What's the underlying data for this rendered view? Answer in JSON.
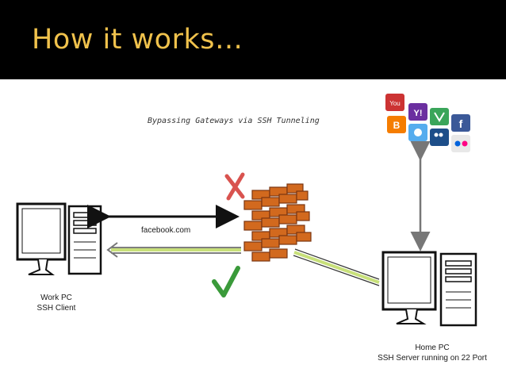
{
  "header": {
    "title": "How it works…"
  },
  "diagram": {
    "caption": "Bypassing Gateways via SSH Tunneling",
    "blocked_site": "facebook.com",
    "work_pc": {
      "name": "Work PC",
      "role": "SSH Client"
    },
    "home_pc": {
      "name": "Home PC",
      "role": "SSH Server running on 22 Port"
    },
    "icons": [
      "youtube-icon",
      "yahoo-icon",
      "vine-icon",
      "facebook-icon",
      "blogger-icon",
      "twitter-icon",
      "myspace-icon",
      "flickr-icon"
    ],
    "colors": {
      "header_bg": "#000000",
      "title": "#f0c24c",
      "brick": "#d2691e",
      "tunnel": "#c8e07a",
      "cross": "#d9534f",
      "check": "#3a9a3a"
    }
  }
}
